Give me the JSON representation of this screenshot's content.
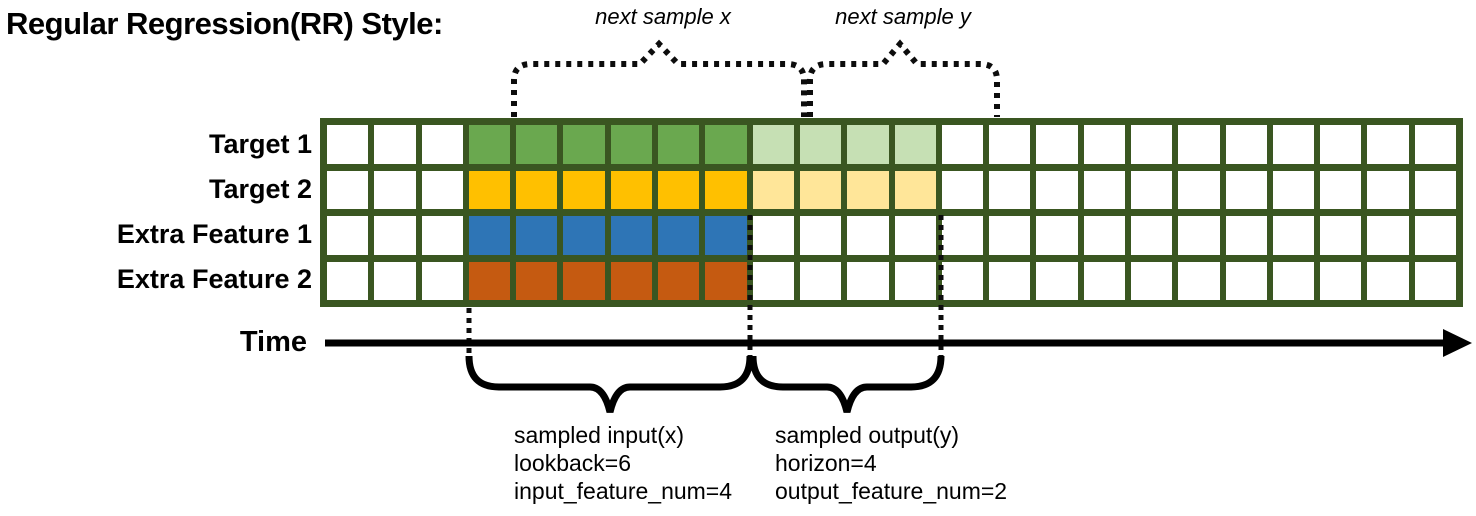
{
  "title": "Regular Regression(RR) Style:",
  "time_label": "Time",
  "annotations": {
    "next_sample_x": "next sample x",
    "next_sample_y": "next sample y",
    "sampled_input": {
      "lines": [
        "sampled input(x)",
        "lookback=6",
        "input_feature_num=4"
      ]
    },
    "sampled_output": {
      "lines": [
        "sampled output(y)",
        "horizon=4",
        "output_feature_num=2"
      ]
    }
  },
  "grid": {
    "total_columns": 24,
    "lead_in_columns": 3,
    "input_columns": 6,
    "output_columns": 4,
    "line_color": "#3a5621",
    "cell_color": "#ffffff"
  },
  "rows": [
    {
      "label": "Target 1",
      "input_color": "#6aa84f",
      "output_color": "#c6e0b4",
      "has_output": true
    },
    {
      "label": "Target 2",
      "input_color": "#ffc000",
      "output_color": "#ffe699",
      "has_output": true
    },
    {
      "label": "Extra Feature 1",
      "input_color": "#2e75b6",
      "output_color": null,
      "has_output": false
    },
    {
      "label": "Extra Feature 2",
      "input_color": "#c55a11",
      "output_color": null,
      "has_output": false
    }
  ]
}
